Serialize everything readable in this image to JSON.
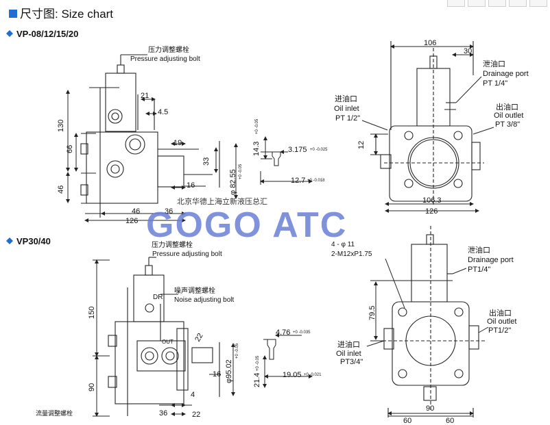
{
  "toolbar": {
    "buttons": [
      "tb-btn-1",
      "tb-btn-2",
      "tb-btn-3",
      "tb-btn-4",
      "tb-btn-5"
    ]
  },
  "header": {
    "title": "尺寸图: Size chart",
    "accent_color": "#1e6fd0"
  },
  "watermark": {
    "text": "GOGO ATC",
    "color": "#6b7fd6",
    "chinese_text": "北京华德上海立新液压总汇"
  },
  "top": {
    "label": "VP-08/12/15/20",
    "side": {
      "pressure_cn": "压力调整螺栓",
      "pressure_en": "Pressure adjusting bolt",
      "dims": {
        "d130": "130",
        "d66": "66",
        "d46": "46",
        "d21": "21",
        "d4_5": "4.5",
        "d19": "19",
        "d33": "33",
        "d16": "16",
        "d36": "36",
        "d46b": "46",
        "d126": "126",
        "d82": "φ 82.55",
        "d82tol": "+0 -0.05"
      }
    },
    "key": {
      "d14": "14.3",
      "d14tol": "+0 -0.05",
      "d3175": "3.175",
      "d3175tol": "+0 -0.025",
      "d127": "12.7",
      "d127tol": "+0 -0.018"
    },
    "front": {
      "drain_cn": "泄油口",
      "drain_en": "Drainage port",
      "drain_pt": "PT 1/4\"",
      "inlet_cn": "进油口",
      "inlet_en": "Oil inlet",
      "inlet_pt": "PT 1/2\"",
      "outlet_cn": "出油口",
      "outlet_en": "Oil outlet",
      "outlet_pt": "PT 3/8\"",
      "dims": {
        "d106": "106",
        "d30": "30",
        "d12": "12",
        "d1063": "106.3",
        "d126": "126"
      }
    }
  },
  "bottom": {
    "label": "VP30/40",
    "side": {
      "pressure_cn": "压力调整螺栓",
      "pressure_en": "Pressure adjusting bolt",
      "noise_cn": "噪声调整螺栓",
      "noise_en": "Noise adjusting bolt",
      "dr": "DR",
      "out": "OUT",
      "flow_cn": "流量调整螺栓",
      "dims": {
        "d150": "150",
        "d90": "90",
        "d22": "22",
        "d16": "16",
        "d4": "4",
        "d36": "36",
        "d22b": "22",
        "d95": "φ95.02",
        "d95tol": "+0 -0.05"
      }
    },
    "key": {
      "d476": "4.76",
      "d476tol": "+0 -0.035",
      "d214": "21.4",
      "d214tol": "+0 -0.05",
      "d1905": "19.05",
      "d1905tol": "+0 -0.021"
    },
    "front": {
      "holes": "4 - φ 11",
      "thread": "2-M12xP1.75",
      "drain_cn": "泄油口",
      "drain_en": "Drainage port",
      "drain_pt": "PT1/4\"",
      "outlet_cn": "出油口",
      "outlet_en": "Oil outlet",
      "outlet_pt": "PT1/2\"",
      "inlet_cn": "进油口",
      "inlet_en": "Oil inlet",
      "inlet_pt": "PT3/4\"",
      "dims": {
        "d795": "79.5",
        "d90": "90",
        "d60a": "60",
        "d60b": "60"
      }
    }
  }
}
